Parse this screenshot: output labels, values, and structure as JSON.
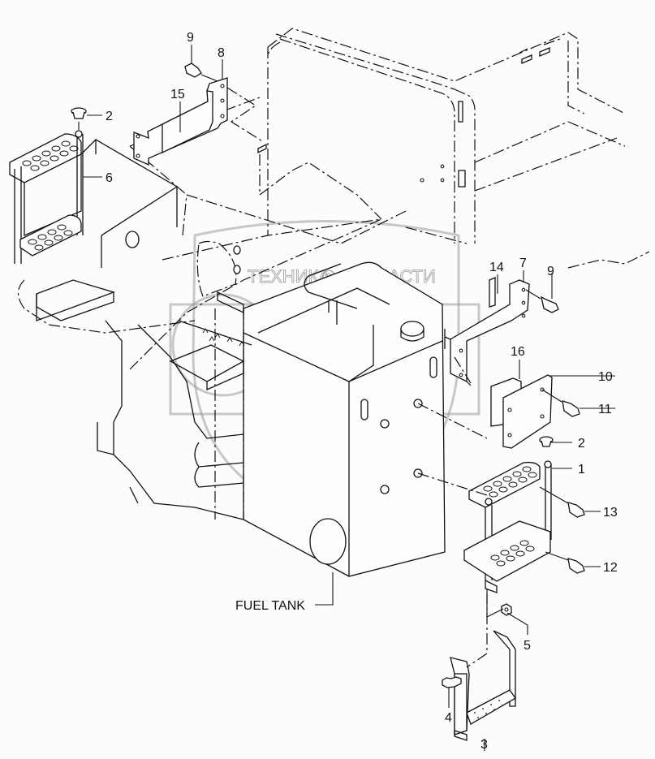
{
  "diagram": {
    "title": "Fuel tank steps and brackets exploded parts view",
    "watermark": {
      "left_text": "ТЕХНИКА",
      "right_text": "ЗАПЧАСТИ",
      "logo_letters": "ЭПФ"
    },
    "assembly_label": "FUEL TANK",
    "callouts": [
      {
        "id": "c9a",
        "label": "9"
      },
      {
        "id": "c8",
        "label": "8"
      },
      {
        "id": "c15",
        "label": "15"
      },
      {
        "id": "c2a",
        "label": "2"
      },
      {
        "id": "c6",
        "label": "6"
      },
      {
        "id": "c14",
        "label": "14"
      },
      {
        "id": "c7",
        "label": "7"
      },
      {
        "id": "c9b",
        "label": "9"
      },
      {
        "id": "c16",
        "label": "16"
      },
      {
        "id": "c10",
        "label": "10"
      },
      {
        "id": "c11",
        "label": "11"
      },
      {
        "id": "c2b",
        "label": "2"
      },
      {
        "id": "c1",
        "label": "1"
      },
      {
        "id": "c13",
        "label": "13"
      },
      {
        "id": "c12",
        "label": "12"
      },
      {
        "id": "c5",
        "label": "5"
      },
      {
        "id": "c4",
        "label": "4"
      },
      {
        "id": "c3",
        "label": "3"
      }
    ]
  }
}
